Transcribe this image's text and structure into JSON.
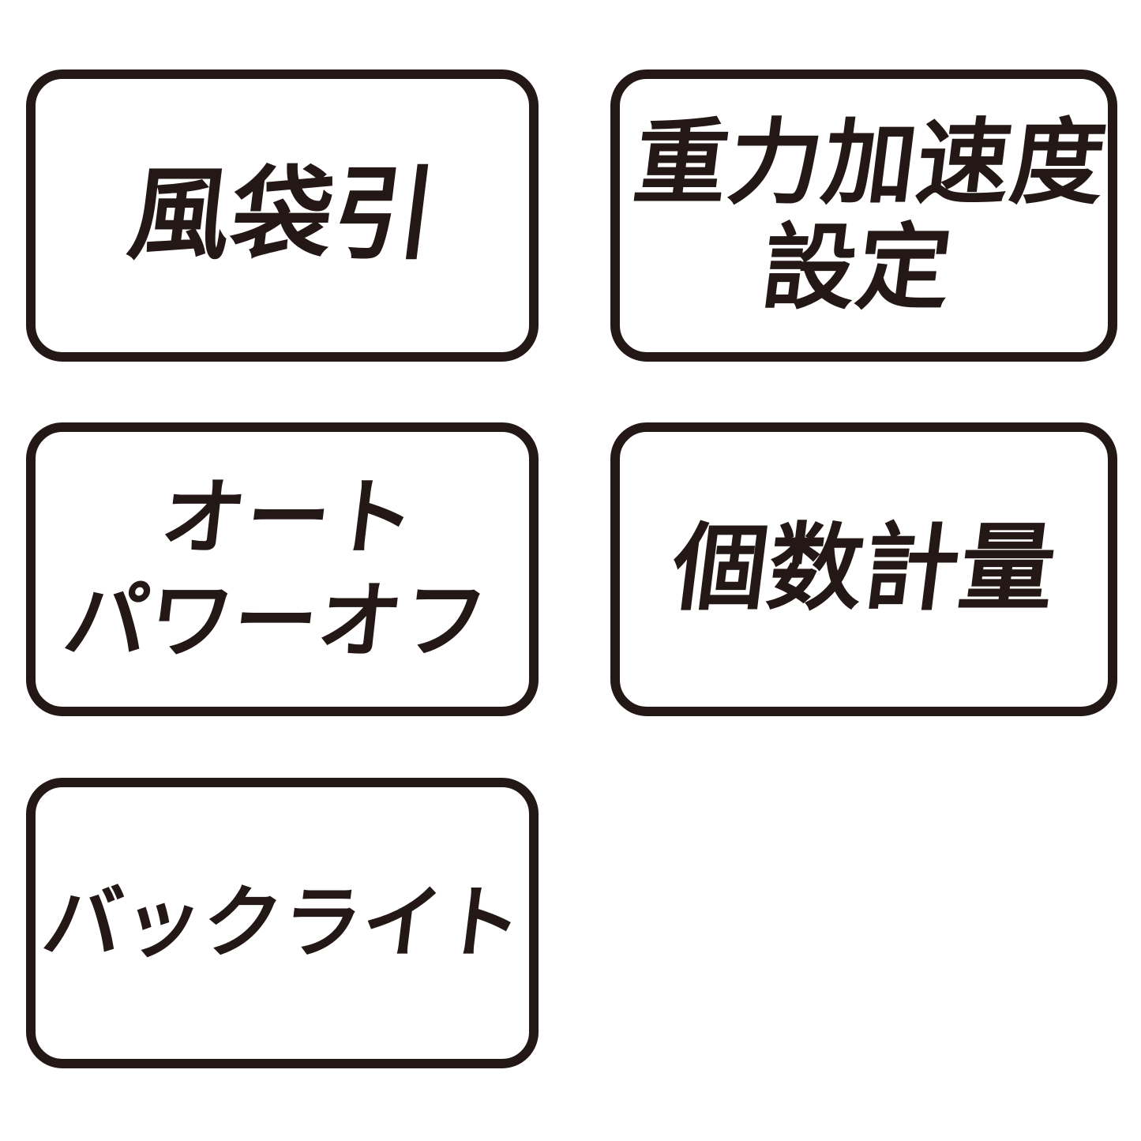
{
  "colors": {
    "ink": "#231815",
    "background": "#ffffff"
  },
  "badges": [
    {
      "name": "tare",
      "lines": [
        "風袋引"
      ]
    },
    {
      "name": "gravity-acceleration-setting",
      "lines": [
        "重力加速度",
        "設定"
      ]
    },
    {
      "name": "auto-power-off",
      "lines": [
        "オート",
        "パワーオフ"
      ]
    },
    {
      "name": "piece-counting",
      "lines": [
        "個数計量"
      ]
    },
    {
      "name": "backlight",
      "lines": [
        "バックライト"
      ]
    }
  ]
}
